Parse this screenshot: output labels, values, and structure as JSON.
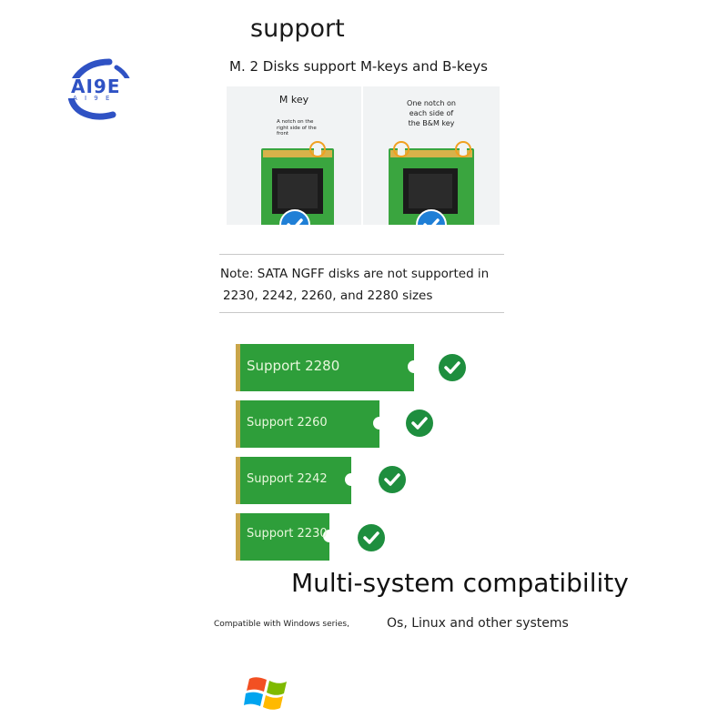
{
  "logo": {
    "text_main": "AI9E",
    "text_sub": "A I 9 E",
    "color": "#2f52c4"
  },
  "header": {
    "title": "support",
    "subtitle": "M. 2 Disks support M-keys and B-keys"
  },
  "key_panels": [
    {
      "title": "M key",
      "note": "A notch on the right side of the front",
      "supported": true,
      "notch_color": "#f0a020"
    },
    {
      "title": "",
      "note_lines": [
        "One notch on",
        "each side of",
        "the B&M key"
      ],
      "supported": true,
      "notch_color": "#f0a020"
    }
  ],
  "note": {
    "line1": "Note: SATA NGFF disks are not supported in",
    "line2": "2230, 2242, 2260, and 2280 sizes"
  },
  "sizes": [
    {
      "label": "Support 2280",
      "supported": true
    },
    {
      "label": "Support 2260",
      "supported": true
    },
    {
      "label": "Support 2242",
      "supported": true
    },
    {
      "label": "Support 2230",
      "supported": true
    }
  ],
  "colors": {
    "board_green": "#2e9e3a",
    "check_green": "#1e8e3e",
    "check_blue": "#1f7fd6"
  },
  "compat": {
    "title": "Multi-system compatibility",
    "left_text": "Compatible with Windows series,",
    "right_text": "Os, Linux and other systems",
    "icon": "windows-logo-icon"
  }
}
